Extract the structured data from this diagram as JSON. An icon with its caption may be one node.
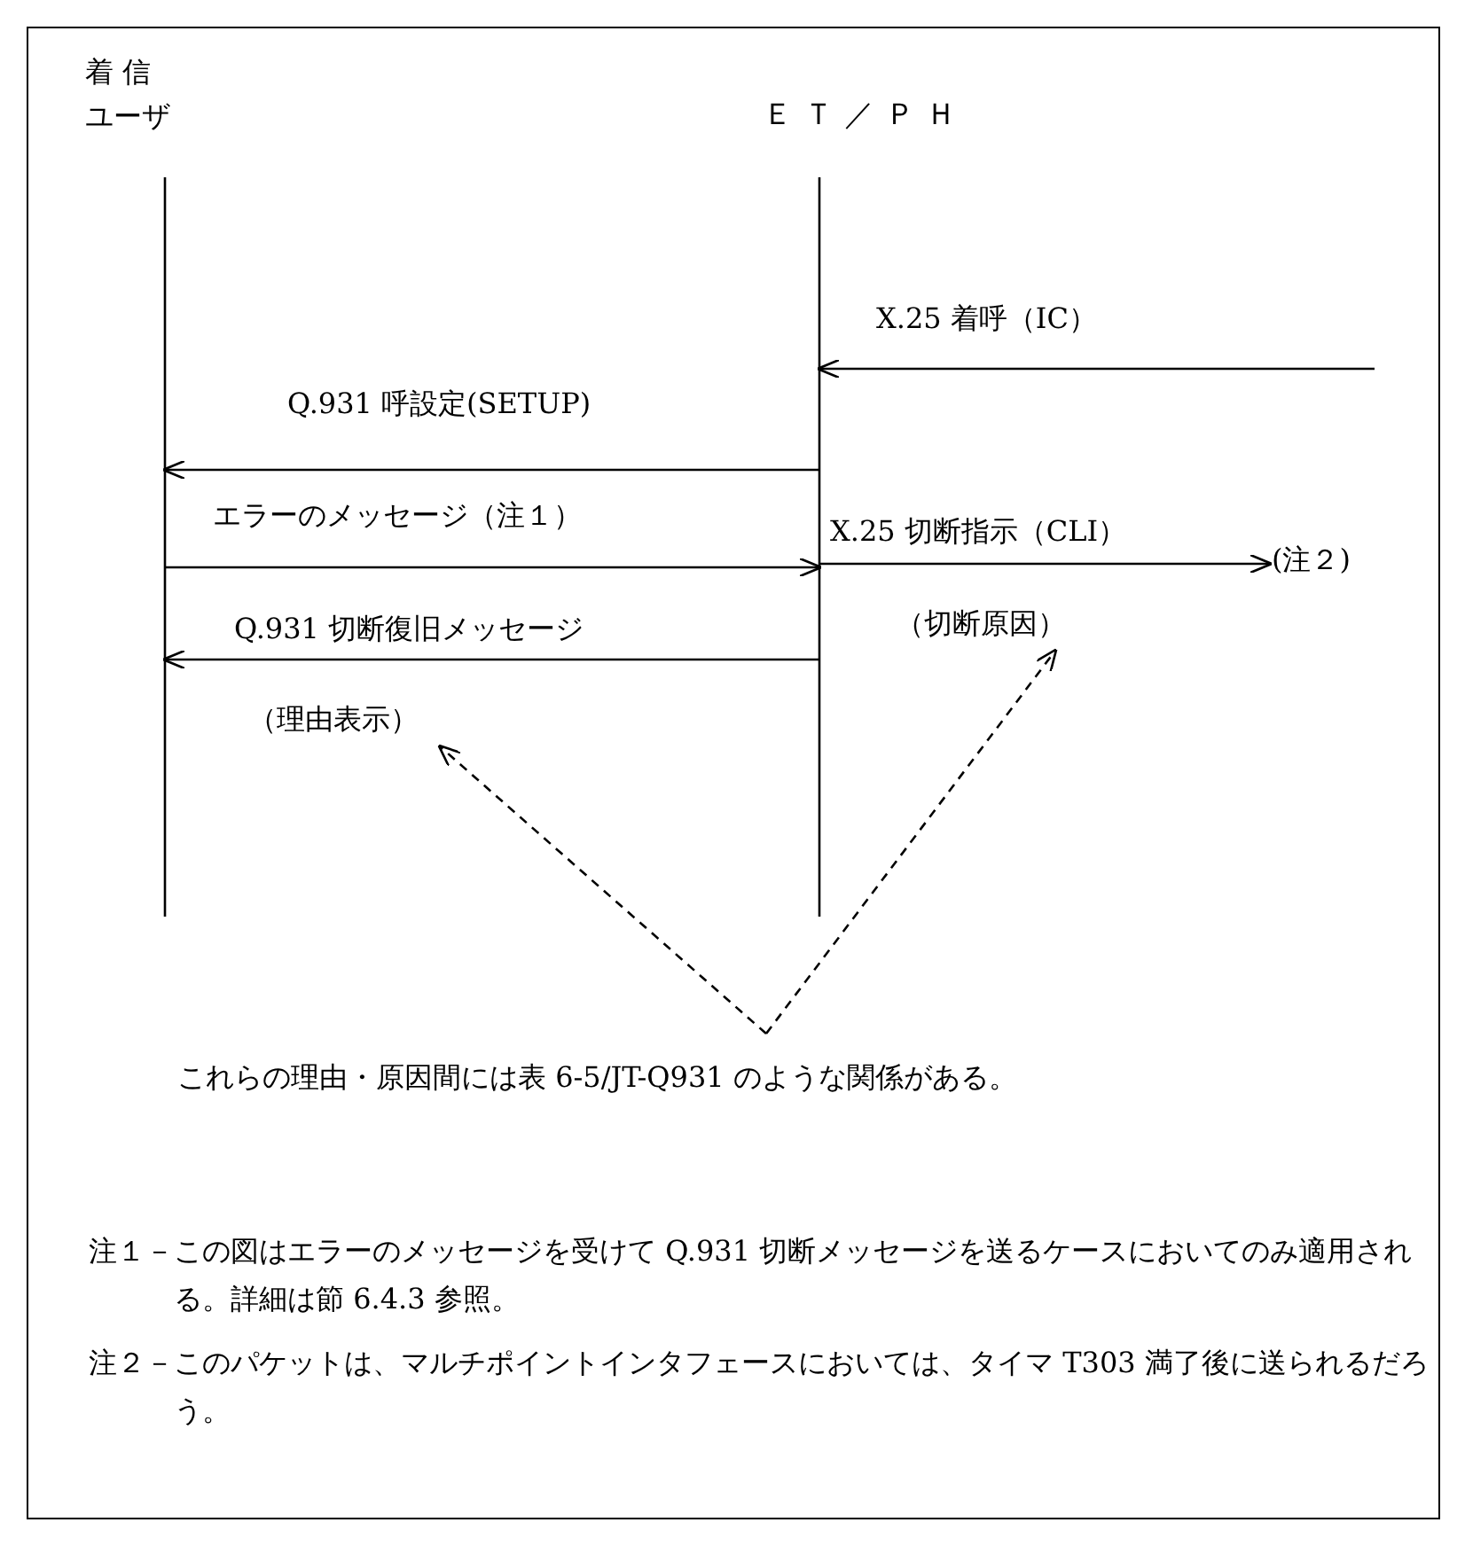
{
  "diagram": {
    "nodes": [
      {
        "text": [
          "着 信ユーザ"
        ]
      },
      {
        "text": [
          "ＥＴ／ＰＨ"
        ]
      },
      {
        "text": [
          "(注２)"
        ]
      },
      {
        "text": [
          "（理由表示）"
        ]
      },
      {
        "text": [
          "（切断原因）"
        ]
      }
    ],
    "edges": [
      {
        "from": null,
        "to": 1,
        "arrow": "to",
        "label": "X.25 着呼（IC）"
      },
      {
        "from": 1,
        "to": 0,
        "arrow": "to",
        "label": "Q.931 呼設定(SETUP)"
      },
      {
        "from": 0,
        "to": 1,
        "arrow": "to",
        "label": "エラーのメッセージ（注１）"
      },
      {
        "from": 1,
        "to": 2,
        "arrow": "to",
        "label": "X.25 切断指示（CLI）"
      },
      {
        "from": 1,
        "to": 0,
        "arrow": "to",
        "label": "Q.931 切断復旧メッセージ"
      },
      {
        "from": null,
        "to": 3,
        "arrow": "to",
        "style": "dashed"
      },
      {
        "from": null,
        "to": 4,
        "arrow": "to",
        "style": "dashed"
      }
    ],
    "labels": [
      "これらの理由・原因間には表 6-5/JT-Q931 のような関係がある。",
      "注１－この図はエラーのメッセージを受けて Q.931 切断メッセージを送るケースにおいてのみ適用される。詳細は節 6.4.3 参照。",
      "注２－このパケットは、マルチポイントインタフェースにおいては、タイマ T303 満了後に送られるだろう。"
    ]
  }
}
